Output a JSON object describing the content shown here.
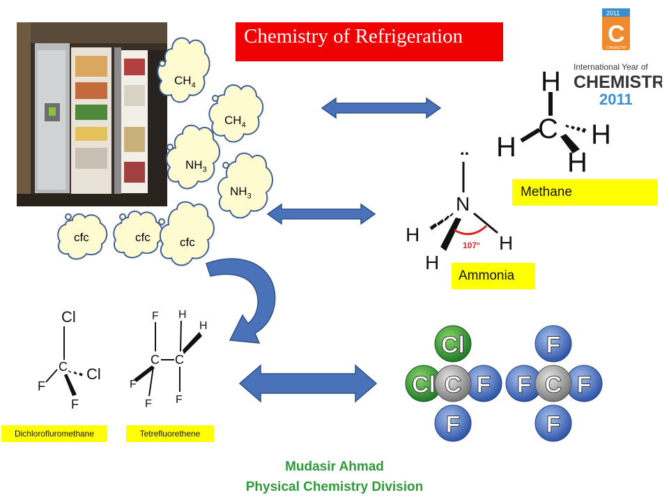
{
  "title": "Chemistry of Refrigeration",
  "logo": {
    "year_badge": "2011",
    "badge_letter": "C",
    "badge_sub": "CHEMISTRY",
    "line1": "International Year of",
    "line2": "CHEMISTRY",
    "line3": "2011"
  },
  "clouds": [
    {
      "base": "CH",
      "sub": "4"
    },
    {
      "base": "CH",
      "sub": "4"
    },
    {
      "base": "NH",
      "sub": "3"
    },
    {
      "base": "NH",
      "sub": "3"
    },
    {
      "base": "cfc",
      "sub": ""
    },
    {
      "base": "cfc",
      "sub": ""
    },
    {
      "base": "cfc",
      "sub": ""
    }
  ],
  "methane": {
    "label": "Methane",
    "atoms": {
      "c": "C",
      "h": "H"
    }
  },
  "ammonia": {
    "label": "Ammonia",
    "atoms": {
      "n": "N",
      "h": "H",
      "lone_pair": "..",
      "angle": "107°"
    }
  },
  "dcfm": {
    "label": "Dichlorofluromethane",
    "atoms": {
      "cl": "Cl",
      "c": "C",
      "f": "F"
    }
  },
  "tfe": {
    "label": "Tetrefluorethene",
    "atoms": {
      "c": "C",
      "f": "F",
      "h": "H"
    }
  },
  "models": {
    "atoms": {
      "cl": "Cl",
      "c": "C",
      "f": "F"
    }
  },
  "colors": {
    "title_bg": "#f00000",
    "label_bg": "#ffff00",
    "arrow": "#4a72b8",
    "cloud": "#fffbd0",
    "cloud_edge": "#3e5e96",
    "author": "#2e9a3c",
    "green_atom": "#3caa3c",
    "blue_atom": "#5077c4",
    "grey_atom": "#9a9a9a"
  },
  "footer": {
    "author": "Mudasir Ahmad",
    "division": "Physical Chemistry Division"
  }
}
